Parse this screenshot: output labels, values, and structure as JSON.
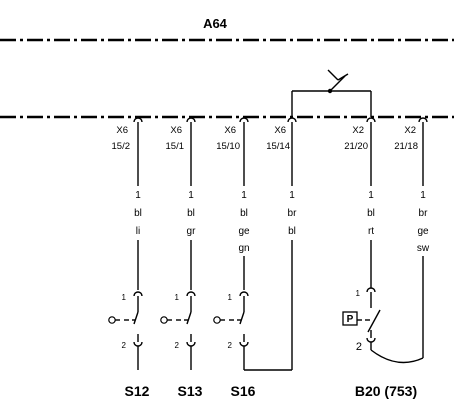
{
  "diagram": {
    "module_label": "A64",
    "columns": [
      {
        "connector": "X6",
        "pin": "15/2",
        "wire": [
          "1",
          "bl",
          "li"
        ]
      },
      {
        "connector": "X6",
        "pin": "15/1",
        "wire": [
          "1",
          "bl",
          "gr"
        ]
      },
      {
        "connector": "X6",
        "pin": "15/10",
        "wire": [
          "1",
          "bl",
          "ge",
          "gn"
        ]
      },
      {
        "connector": "X6",
        "pin": "15/14",
        "wire": [
          "1",
          "br",
          "bl"
        ]
      },
      {
        "connector": "X2",
        "pin": "21/20",
        "wire": [
          "1",
          "bl",
          "rt"
        ]
      },
      {
        "connector": "X2",
        "pin": "21/18",
        "wire": [
          "1",
          "br",
          "ge",
          "sw"
        ]
      }
    ],
    "switches": [
      {
        "label": "S12",
        "pin_top": "1",
        "pin_bottom": "2"
      },
      {
        "label": "S13",
        "pin_top": "1",
        "pin_bottom": "2"
      },
      {
        "label": "S16",
        "pin_top": "1",
        "pin_bottom": "2"
      },
      {
        "label": "B20 (753)",
        "pin_top": "1",
        "pin_bottom": "2",
        "box_label": "P"
      }
    ]
  }
}
